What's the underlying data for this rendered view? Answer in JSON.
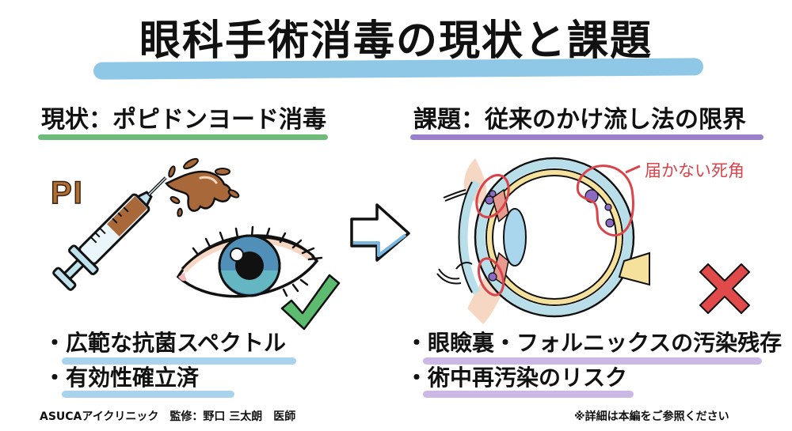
{
  "title": "眼科手術消毒の現状と課題",
  "left": {
    "heading": "現状：ポピドンヨード消毒",
    "illustration_label": "PI",
    "bullets": [
      "・広範な抗菌スペクトル",
      "・有効性確立済"
    ],
    "status_icon": "check-icon"
  },
  "arrow_icon": "arrow-right-icon",
  "right": {
    "heading": "課題：従来のかけ流し法の限界",
    "callout": "届かない死角",
    "bullets": [
      "・眼瞼裏・フォルニックスの汚染残存",
      "・術中再汚染のリスク"
    ],
    "status_icon": "cross-icon"
  },
  "footer": {
    "credit": "ASUCAアイクリニック　監修：野口 三太朗　医師",
    "note": "※詳細は本編をご参照ください"
  },
  "colors": {
    "title_highlight": "#8ec8e6",
    "left_underline": "#6dbb78",
    "right_underline": "#9a80cc",
    "povidone": "#b06f35",
    "check": "#5dbb70",
    "cross": "#e04a4a",
    "callout": "#d9434a"
  }
}
